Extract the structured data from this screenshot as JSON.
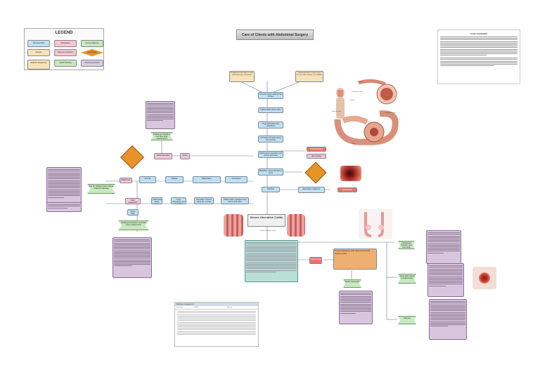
{
  "title": "Care of Clients with Abdominal Surgery",
  "legend": {
    "title": "LEGEND",
    "items": [
      {
        "label": "Nursing actions",
        "color": "#bfe0f2"
      },
      {
        "label": "Medications",
        "color": "#f5c6d4"
      },
      {
        "label": "Nursing diagnosis",
        "color": "#c8e8c0"
      },
      {
        "label": "Disease",
        "color": "#f8e3b8"
      },
      {
        "label": "Signs and symptoms",
        "color": "#f5c6d4"
      },
      {
        "label": "Complication",
        "color": "#e8922a"
      },
      {
        "label": "Medical management",
        "color": "#f8e3b8"
      },
      {
        "label": "Health Teaching",
        "color": "#c8e8c0"
      },
      {
        "label": "Nursing intervention",
        "color": "#dccce4"
      }
    ]
  },
  "case_scenario": {
    "title": "CASE SCENARIO"
  },
  "top_boxes": {
    "left": "Predisposing factors:\nAge: 35 years old\nFamily history of the disease",
    "right": "Precipitating factors:\nLifestyle, stress, diet low in fiber\nSmoking, use of NSAIDs"
  },
  "flow": {
    "step1": "Immune system attacks the GI tract",
    "step2": "Inflammation of the colon",
    "step3": "Crypt abscesses and ulcerations",
    "step4": "Formation of ulcers along the mucosa",
    "step5": "Inflammation spreads to the rectum and colon",
    "step6": "Bleeding, mucus and pus in stool",
    "step7": "Diarrhea"
  },
  "side_labels": {
    "rectal_bleeding": "Rectal bleeding",
    "abdominal_pain": "Abdominal pain",
    "weight_loss": "Weight loss",
    "fever": "Fever",
    "dehydration": "Dehydration",
    "anemia": "Anemia",
    "fatigue": "Fatigue",
    "malnutrition": "Malnutrition",
    "electrolyte": "Electrolyte imbalance",
    "perforation": "Perforation",
    "toxic_megacolon": "Toxic megacolon",
    "hemorrhage": "Hemorrhage"
  },
  "diagnosis_left": "Risk for Deficient Fluid Volume related to diarrhea",
  "diagnosis_center": "Imbalanced Nutrition: less than body requirements",
  "pain_dx": "Acute Pain related to inflammation",
  "central_banner": "Severe Ulcerative Colitis",
  "surgery_label": "Proctocolectomy with ileal pouch-anal anastomosis",
  "anatomy_labels": {
    "stomach": "Stomach",
    "colon": "Transverse colon",
    "rectum": "Rectum",
    "inflamed": "Inflamed colon",
    "ulcerative": "Ulcerative colitis",
    "ulcers": "Ulcers"
  },
  "table": {
    "title": "Medical management",
    "headers": [
      "Drug class",
      "Action",
      "Nursing"
    ]
  },
  "complication_left": "Bowel obstruction",
  "complication_right": "Infection"
}
